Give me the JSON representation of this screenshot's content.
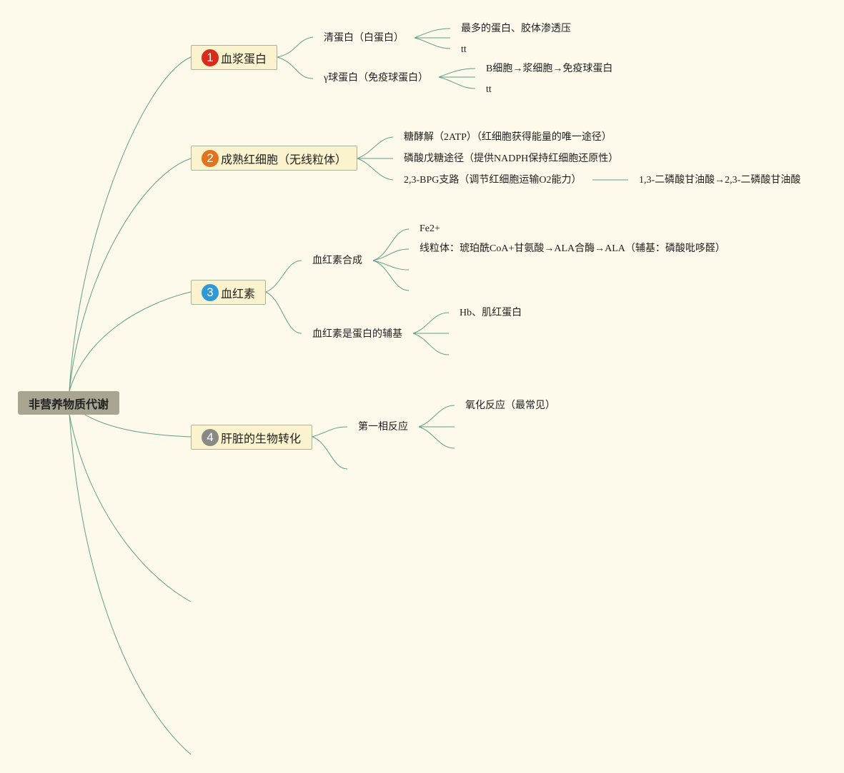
{
  "root": {
    "label": "非营养物质代谢"
  },
  "topics": [
    {
      "number": "1",
      "label": "血浆蛋白",
      "badge_color": "#d72b1b"
    },
    {
      "number": "2",
      "label": "成熟红细胞（无线粒体）",
      "badge_color": "#e3731c"
    },
    {
      "number": "3",
      "label": "血红素",
      "badge_color": "#2d99d8"
    },
    {
      "number": "4",
      "label": "肝脏的生物转化",
      "badge_color": "#8a8a85"
    }
  ],
  "plasma_protein": {
    "albumin": {
      "label": "清蛋白（白蛋白）",
      "children": [
        "最多的蛋白、胶体渗透压",
        "tt"
      ]
    },
    "gamma_globulin": {
      "label": "γ球蛋白（免疫球蛋白）",
      "children": [
        "B细胞→浆细胞→免疫球蛋白",
        "tt"
      ]
    }
  },
  "mature_rbc": {
    "children": [
      "糖酵解（2ATP）（红细胞获得能量的唯一途径）",
      "磷酸戊糖途径（提供NADPH保持红细胞还原性）",
      "2,3-BPG支路（调节红细胞运输O2能力）"
    ],
    "bpg_child": "1,3-二磷酸甘油酸→2,3-二磷酸甘油酸"
  },
  "heme": {
    "synthesis": {
      "label": "血红素合成",
      "children": [
        "Fe2+",
        "线粒体：琥珀酰CoA+甘氨酸→ALA合酶→ALA（辅基：磷酸吡哆醛）"
      ]
    },
    "prosthetic": {
      "label": "血红素是蛋白的辅基",
      "children": [
        "Hb、肌红蛋白"
      ]
    }
  },
  "liver": {
    "phase1": {
      "label": "第一相反应",
      "children": [
        "氧化反应（最常见）"
      ]
    }
  }
}
